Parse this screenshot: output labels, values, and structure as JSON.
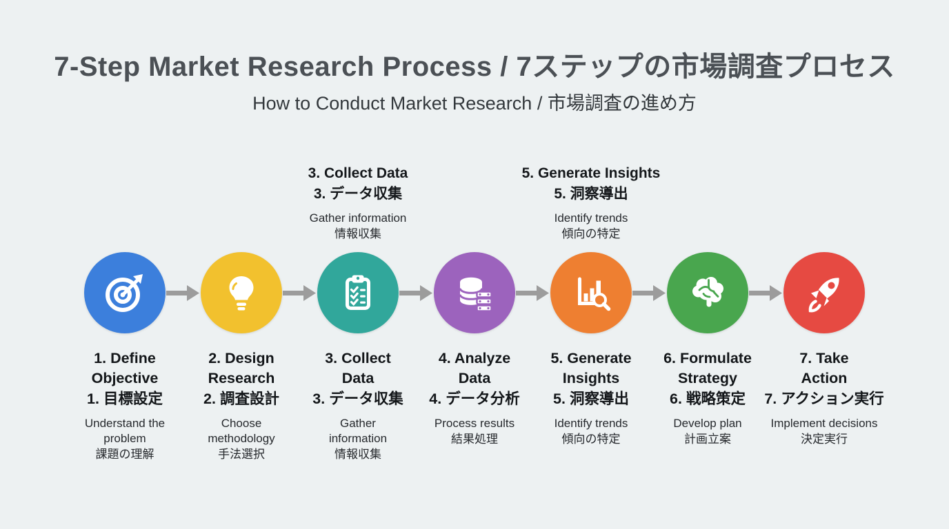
{
  "title": "7-Step Market Research Process / 7ステップの市場調査プロセス",
  "subtitle": "How to Conduct Market Research / 市場調査の進め方",
  "colors": {
    "background": "#edf1f2",
    "arrow": "#9c9c9c",
    "title_text": "#4b5055",
    "subtitle_text": "#33383c",
    "heading_text": "#15181b",
    "body_text": "#26292d"
  },
  "callouts": [
    {
      "title_en": "3. Collect Data",
      "title_ja": "3. データ収集",
      "desc_en": "Gather information",
      "desc_ja": "情報収集"
    },
    {
      "title_en": "5. Generate Insights",
      "title_ja": "5. 洞察導出",
      "desc_en": "Identify trends",
      "desc_ja": "傾向の特定"
    }
  ],
  "steps": [
    {
      "num": "1",
      "icon": "target-icon",
      "color": "#3c7fdc",
      "title_en": "1. Define\nObjective",
      "title_ja": "1. 目標設定",
      "desc_en": "Understand the\nproblem",
      "desc_ja": "課題の理解"
    },
    {
      "num": "2",
      "icon": "lightbulb-icon",
      "color": "#f2c12e",
      "title_en": "2. Design\nResearch",
      "title_ja": "2. 調査設計",
      "desc_en": "Choose\nmethodology",
      "desc_ja": "手法選択"
    },
    {
      "num": "3",
      "icon": "clipboard-checklist-icon",
      "color": "#31a79b",
      "title_en": "3. Collect\nData",
      "title_ja": "3. データ収集",
      "desc_en": "Gather\ninformation",
      "desc_ja": "情報収集"
    },
    {
      "num": "4",
      "icon": "database-icon",
      "color": "#9c63bd",
      "title_en": "4. Analyze\nData",
      "title_ja": "4. データ分析",
      "desc_en": "Process results",
      "desc_ja": "結果処理"
    },
    {
      "num": "5",
      "icon": "chart-magnifier-icon",
      "color": "#ee7f31",
      "title_en": "5. Generate\nInsights",
      "title_ja": "5. 洞察導出",
      "desc_en": "Identify trends",
      "desc_ja": "傾向の特定"
    },
    {
      "num": "6",
      "icon": "brain-icon",
      "color": "#49a64e",
      "title_en": "6. Formulate\nStrategy",
      "title_ja": "6. 戦略策定",
      "desc_en": "Develop plan",
      "desc_ja": "計画立案"
    },
    {
      "num": "7",
      "icon": "rocket-icon",
      "color": "#e64a42",
      "title_en": "7. Take\nAction",
      "title_ja": "7. アクション実行",
      "desc_en": "Implement decisions",
      "desc_ja": "決定実行"
    }
  ]
}
